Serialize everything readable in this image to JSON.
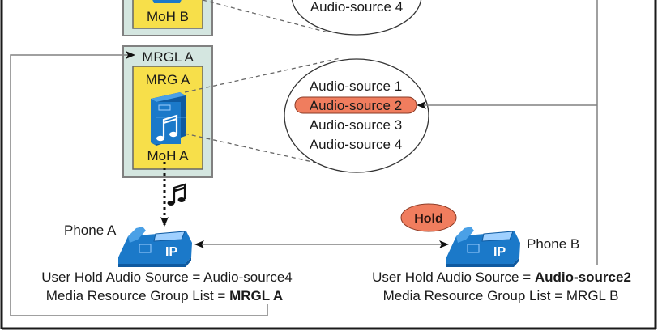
{
  "diagram": {
    "colors": {
      "mrgl_fill": "#d4e6e0",
      "mrg_fill": "#f7df4a",
      "icon_blue": "#1b79c9",
      "highlight": "#f07d5e",
      "line": "#808080",
      "frame": "#1a1a1a"
    },
    "mrg_b": {
      "moh_label": "MoH B"
    },
    "mrg_a": {
      "mrgl_label": "MRGL A",
      "mrg_label": "MRG A",
      "moh_label": "MoH A",
      "server_icon": "moh-server-icon"
    },
    "audio_sources_b": {
      "visible_items": [
        "Audio-source 4"
      ]
    },
    "audio_sources_a": {
      "items": [
        "Audio-source 1",
        "Audio-source 2",
        "Audio-source 3",
        "Audio-source 4"
      ],
      "highlighted_index": 1
    },
    "music_note_icon": "music-note-icon",
    "hold_badge": "Hold",
    "phone_a": {
      "name": "Phone A",
      "icon_text": "IP",
      "line1_prefix": "User Hold Audio Source = ",
      "line1_value": "Audio-source4",
      "line2_prefix": "Media Resource Group List = ",
      "line2_value": "MRGL A"
    },
    "phone_b": {
      "name": "Phone B",
      "icon_text": "IP",
      "line1_prefix": "User Hold Audio Source = ",
      "line1_value": "Audio-source2",
      "line2_prefix": "Media Resource Group List = ",
      "line2_value": "MRGL B"
    }
  }
}
